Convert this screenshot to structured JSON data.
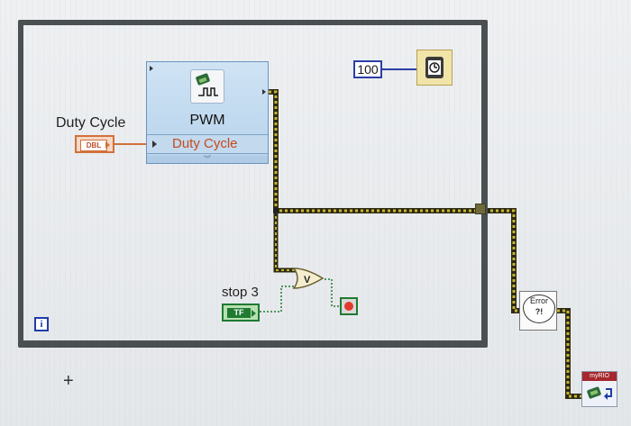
{
  "block_diagram": {
    "duty_cycle_control": {
      "label": "Duty Cycle",
      "type_text": "DBL"
    },
    "pwm_express_vi": {
      "title": "PWM",
      "input_label": "Duty Cycle"
    },
    "wait_constant": {
      "value": "100"
    },
    "stop_control": {
      "label": "stop 3",
      "type_text": "TF"
    },
    "or_gate": {
      "symbol": "V"
    },
    "error_node": {
      "label": "Error",
      "badge": "?!"
    },
    "myrio_node": {
      "banner": "myRIO"
    },
    "iteration_terminal": {
      "text": "i"
    },
    "cursor": {
      "glyph": "+"
    }
  },
  "colors": {
    "loop_border": "#4a4f52",
    "error_wire": "#c8b432",
    "dbl_wire": "#d2703a",
    "boolean_wire": "#1f7a32",
    "numeric_const_wire": "#2a3fa6"
  },
  "icons": [
    "pwm-signal-icon",
    "stopwatch-icon",
    "stop-sign-icon",
    "error-bubble-icon",
    "myrio-device-icon"
  ]
}
